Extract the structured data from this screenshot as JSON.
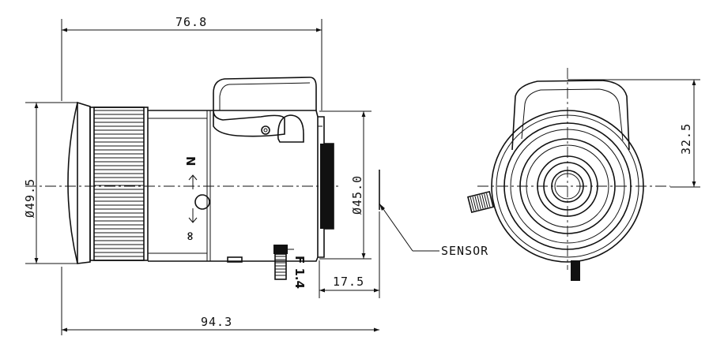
{
  "dimensions": {
    "length_76_8": "76.8",
    "dia_49_5": "Ø49.5",
    "dia_45_0": "Ø45.0",
    "flange_17_5": "17.5",
    "total_94_3": "94.3",
    "height_32_5": "32.5"
  },
  "labels": {
    "sensor": "SENSOR",
    "ring_n": "N",
    "ring_inf": "∞"
  }
}
